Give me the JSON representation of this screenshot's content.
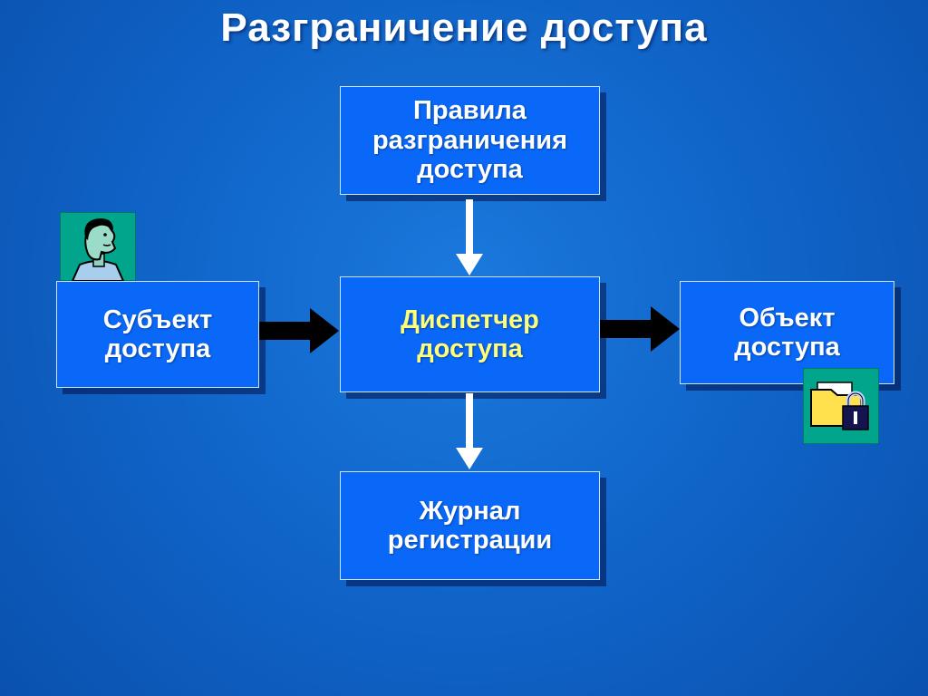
{
  "title": "Разграничение доступа",
  "nodes": {
    "rules": {
      "line1": "Правила",
      "line2": "разграничения",
      "line3": "доступа"
    },
    "subject": {
      "line1": "Субъект",
      "line2": "доступа"
    },
    "dispatcher": {
      "line1": "Диспетчер",
      "line2": "доступа"
    },
    "object": {
      "line1": "Объект",
      "line2": "доступа"
    },
    "journal": {
      "line1": "Журнал",
      "line2": "регистрации"
    }
  },
  "icons": {
    "user": "user-profile-icon",
    "locked_folder": "locked-folder-icon"
  },
  "colors": {
    "background": "#0f62c6",
    "node_fill": "#0a68f8",
    "node_border": "#cfe3ff",
    "node_text": "#ffffff",
    "dispatcher_text": "#ffff7a",
    "arrow_dark": "#000000",
    "arrow_light": "#ffffff",
    "title_text": "#ffffff",
    "icon_background": "#00a58c"
  }
}
